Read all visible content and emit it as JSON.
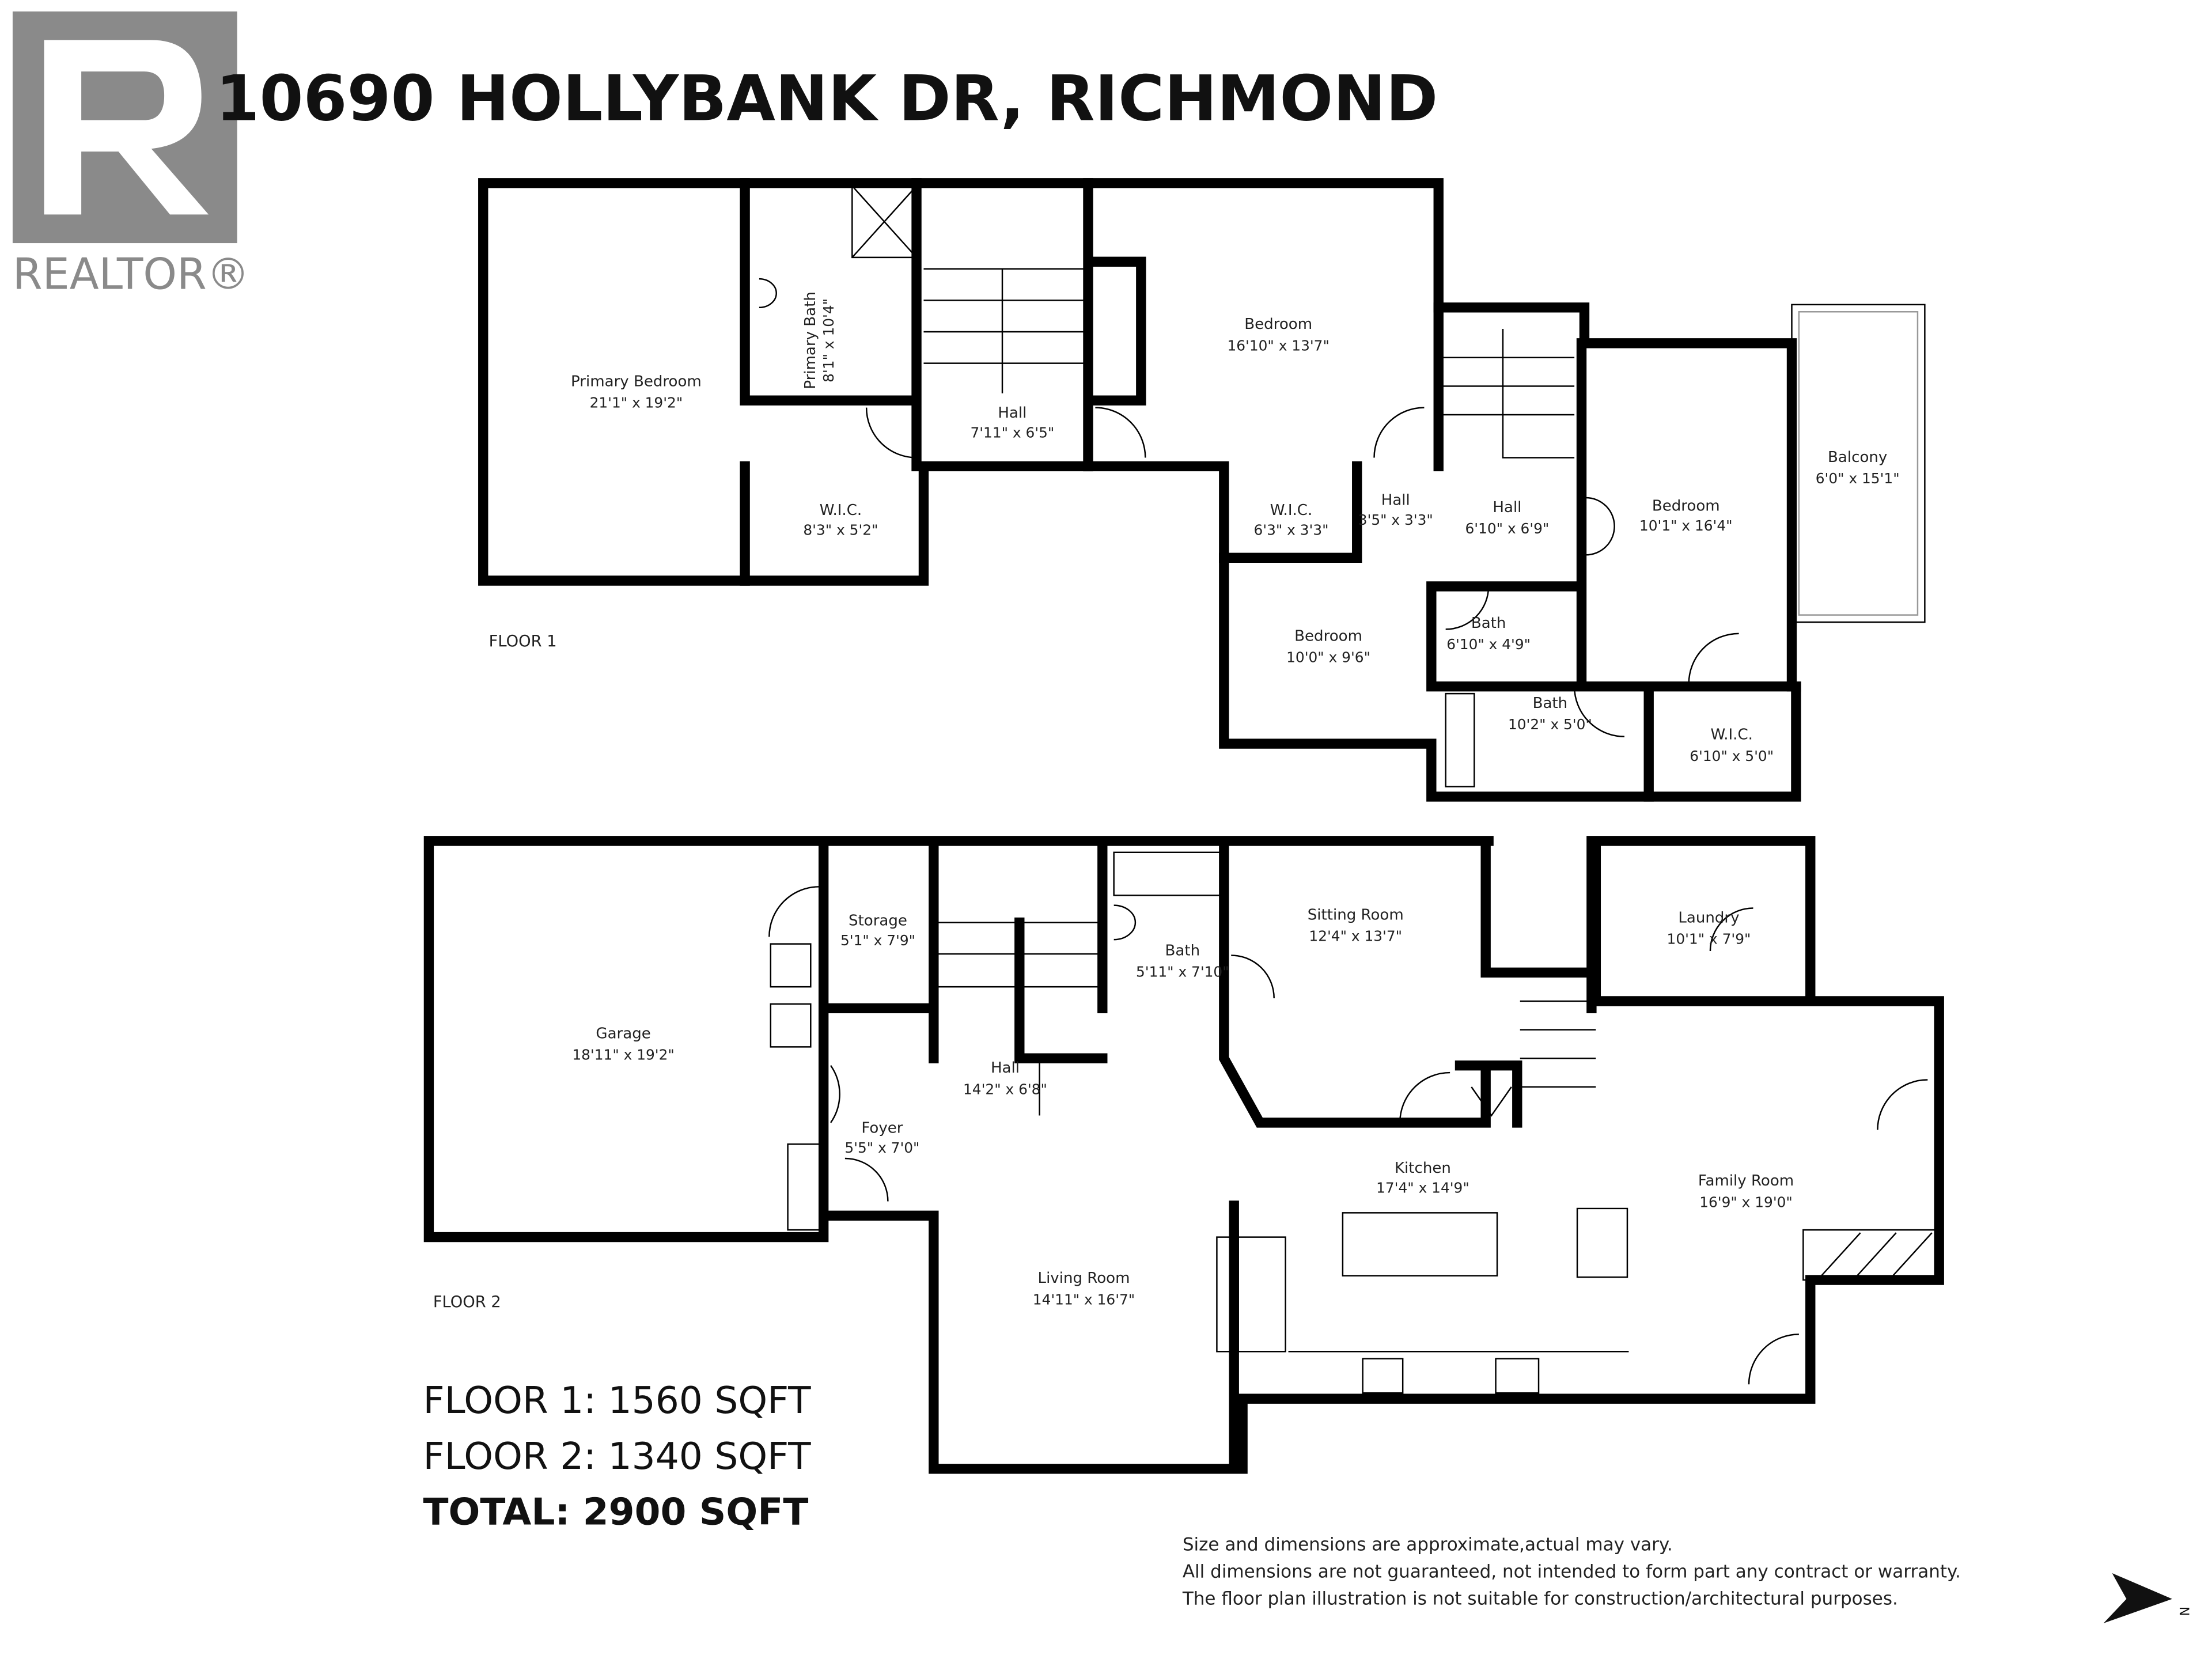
{
  "title": "10690 HOLLYBANK DR, RICHMOND",
  "logo": {
    "text": "REALTOR®",
    "color": "#8a8a8a"
  },
  "floor1": {
    "label": "FLOOR 1",
    "rooms": [
      {
        "name": "Primary Bedroom",
        "dims": "21'1\" x 19'2\""
      },
      {
        "name": "Primary Bath",
        "dims": "8'1\" x 10'4\""
      },
      {
        "name": "Hall",
        "dims": "7'11\" x 6'5\""
      },
      {
        "name": "Bedroom",
        "dims": "16'10\" x 13'7\""
      },
      {
        "name": "W.I.C.",
        "dims": "8'3\" x 5'2\""
      },
      {
        "name": "W.I.C.",
        "dims": "6'3\" x 3'3\""
      },
      {
        "name": "Hall",
        "dims": "3'5\" x 3'3\""
      },
      {
        "name": "Hall",
        "dims": "6'10\" x 6'9\""
      },
      {
        "name": "Bedroom",
        "dims": "10'1\" x 16'4\""
      },
      {
        "name": "Balcony",
        "dims": "6'0\" x 15'1\""
      },
      {
        "name": "Bedroom",
        "dims": "10'0\" x 9'6\""
      },
      {
        "name": "Bath",
        "dims": "6'10\" x 4'9\""
      },
      {
        "name": "Bath",
        "dims": "10'2\" x 5'0\""
      },
      {
        "name": "W.I.C.",
        "dims": "6'10\" x 5'0\""
      }
    ]
  },
  "floor2": {
    "label": "FLOOR 2",
    "rooms": [
      {
        "name": "Garage",
        "dims": "18'11\" x 19'2\""
      },
      {
        "name": "Storage",
        "dims": "5'1\" x 7'9\""
      },
      {
        "name": "Bath",
        "dims": "5'11\" x 7'10\""
      },
      {
        "name": "Sitting Room",
        "dims": "12'4\" x 13'7\""
      },
      {
        "name": "Laundry",
        "dims": "10'1\" x 7'9\""
      },
      {
        "name": "Hall",
        "dims": "14'2\" x 6'8\""
      },
      {
        "name": "Foyer",
        "dims": "5'5\" x 7'0\""
      },
      {
        "name": "Kitchen",
        "dims": "17'4\" x 14'9\""
      },
      {
        "name": "Family Room",
        "dims": "16'9\" x 19'0\""
      },
      {
        "name": "Living Room",
        "dims": "14'11\" x 16'7\""
      }
    ]
  },
  "area": {
    "floor1": "FLOOR 1: 1560 SQFT",
    "floor2": "FLOOR 2: 1340 SQFT",
    "total": "TOTAL: 2900 SQFT"
  },
  "disclaimer": [
    "Size and dimensions are approximate,actual may vary.",
    "All dimensions are not guaranteed, not intended to form part any contract or warranty.",
    "The floor plan illustration is not suitable for construction/architectural purposes."
  ],
  "compass": {
    "label": "N",
    "icon": "north-arrow-icon"
  }
}
